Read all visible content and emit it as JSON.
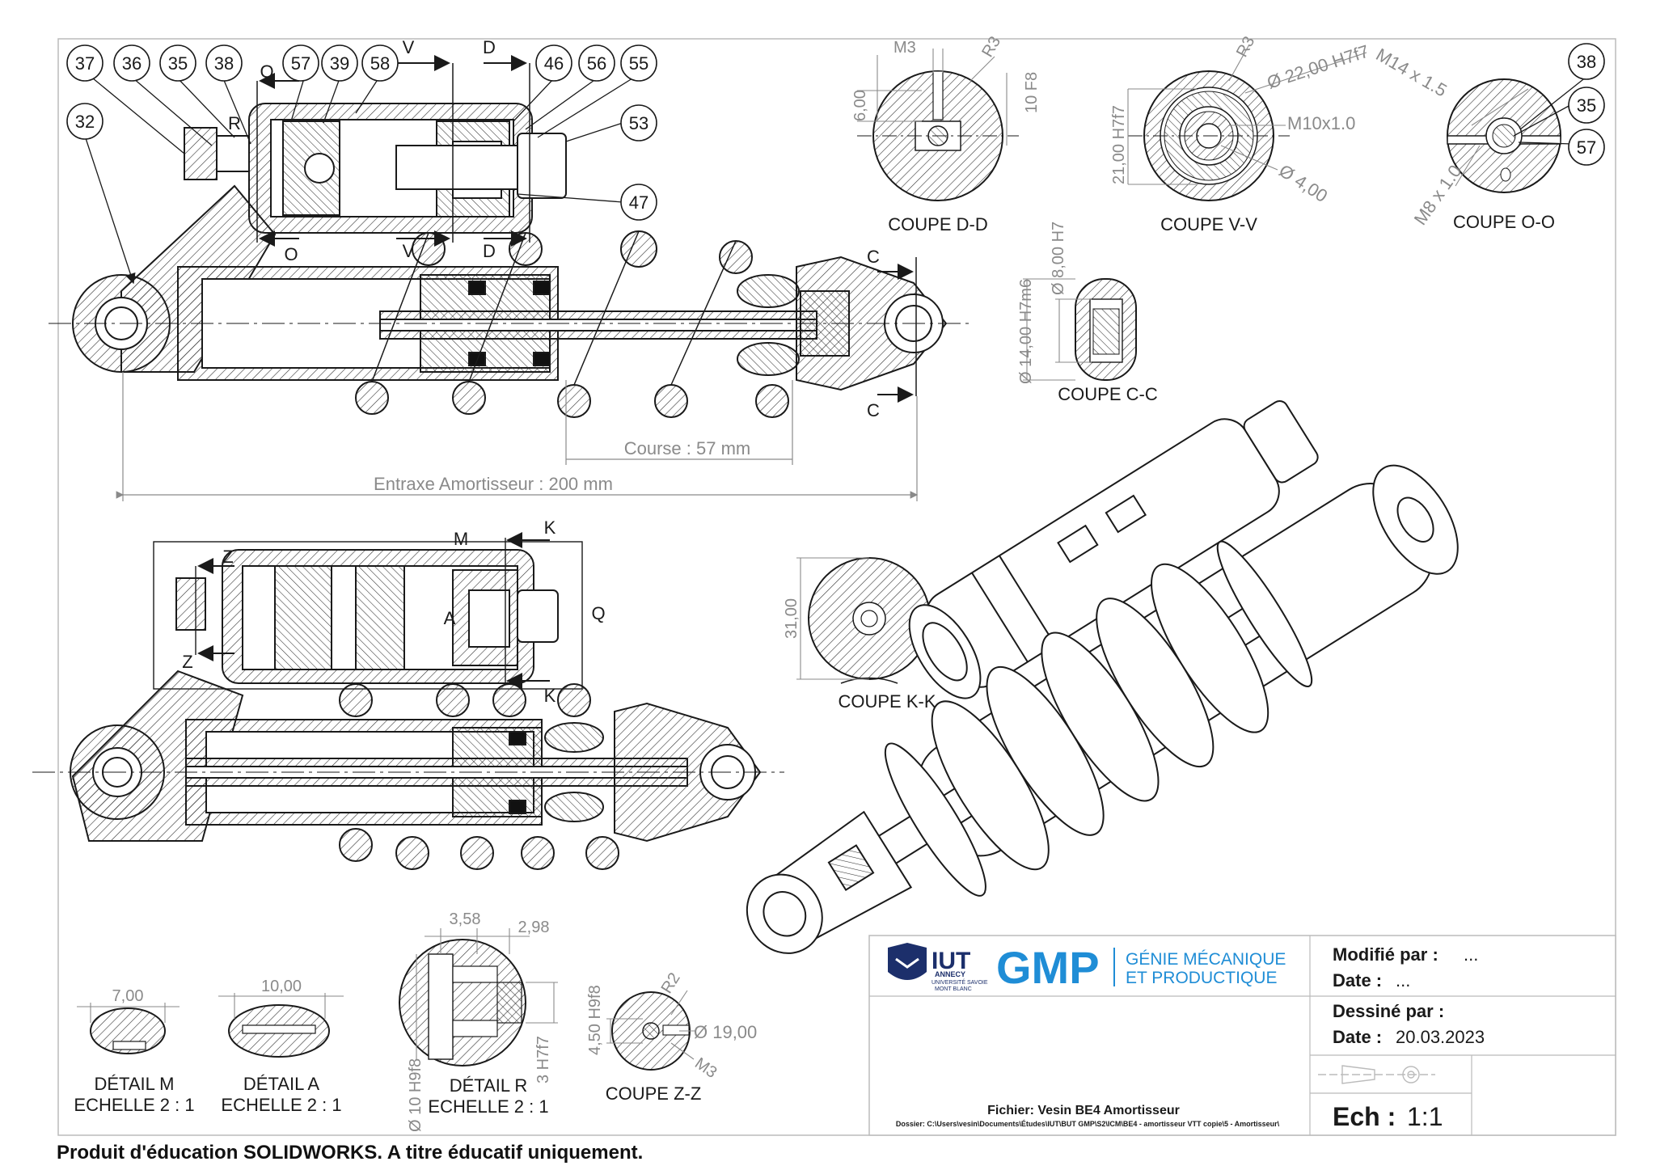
{
  "balloons": {
    "b37": "37",
    "b36": "36",
    "b35": "35",
    "b38": "38",
    "b57": "57",
    "b39": "39",
    "b58": "58",
    "b46": "46",
    "b56": "56",
    "b55": "55",
    "b53": "53",
    "b47": "47",
    "b32": "32",
    "ob38": "38",
    "ob35": "35",
    "ob57": "57"
  },
  "section_marks": {
    "o_top": "O",
    "o_bot": "O",
    "v_top": "V",
    "v_bot": "V",
    "d_top": "D",
    "d_bot": "D",
    "c_top": "C",
    "c_bot": "C",
    "z_top": "Z",
    "z_bot": "Z",
    "k_top": "K",
    "k_bot": "K",
    "m": "M",
    "q": "Q",
    "r": "R",
    "a": "A"
  },
  "dimensions": {
    "course": "Course : 57 mm",
    "entraxe": "Entraxe Amortisseur : 200 mm",
    "dd_m3": "M3",
    "dd_r3": "R3",
    "dd_600": "6,00",
    "dd_10f8": "10 F8",
    "vv_r3": "R3",
    "vv_d22": "Ø 22,00 H7f7",
    "vv_m10": "M10x1.0",
    "vv_d4": "Ø 4,00",
    "vv_21": "21,00 H7f7",
    "oo_m14": "M14 x 1.5",
    "oo_m8": "M8 x 1.0",
    "cc_d8": "Ø 8,00 H7",
    "cc_d14": "Ø 14,00 H7m6",
    "kk_31": "31,00",
    "dm_7": "7,00",
    "da_10": "10,00",
    "dr_358": "3,58",
    "dr_298": "2,98",
    "dr_3h7": "3 H7f7",
    "dr_d10": "Ø 10 H9f8",
    "zz_450": "4,50 H9f8",
    "zz_r2": "R2",
    "zz_d19": "Ø 19,00",
    "zz_m3": "M3"
  },
  "section_titles": {
    "dd": "COUPE D-D",
    "vv": "COUPE V-V",
    "oo": "COUPE O-O",
    "cc": "COUPE C-C",
    "kk": "COUPE K-K",
    "dm1": "DÉTAIL M",
    "dm2": "ECHELLE 2 : 1",
    "da1": "DÉTAIL A",
    "da2": "ECHELLE 2 : 1",
    "dr1": "DÉTAIL R",
    "dr2": "ECHELLE 2 : 1",
    "zz": "COUPE Z-Z"
  },
  "title_block": {
    "iut": "IUT",
    "iut_sub1": "ANNECY",
    "iut_sub2": "UNIVERSITÉ SAVOIE",
    "iut_sub3": "MONT BLANC",
    "gmp": "GMP",
    "gmp_line1": "GÉNIE MÉCANIQUE",
    "gmp_line2": "ET PRODUCTIQUE",
    "modifie_label": "Modifié par :",
    "modifie_value": "...",
    "date1_label": "Date :",
    "date1_value": "...",
    "dessine_label": "Dessiné par :",
    "date2_label": "Date :",
    "date2_value": "20.03.2023",
    "fichier": "Fichier: Vesin BE4 Amortisseur",
    "dossier": "Dossier: C:\\Users\\vesin\\Documents\\Études\\IUT\\BUT GMP\\S2\\ICM\\BE4 - amortisseur VTT copie\\5 - Amortisseur\\",
    "ech_label": "Ech :",
    "ech_value": "1:1"
  },
  "footer": "Produit d'éducation SOLIDWORKS. A titre éducatif uniquement.",
  "colors": {
    "line": "#1a1a1a",
    "dim": "#8a8a8a",
    "gmp_blue": "#1f8dd6",
    "iut_navy": "#1c2f6b"
  }
}
